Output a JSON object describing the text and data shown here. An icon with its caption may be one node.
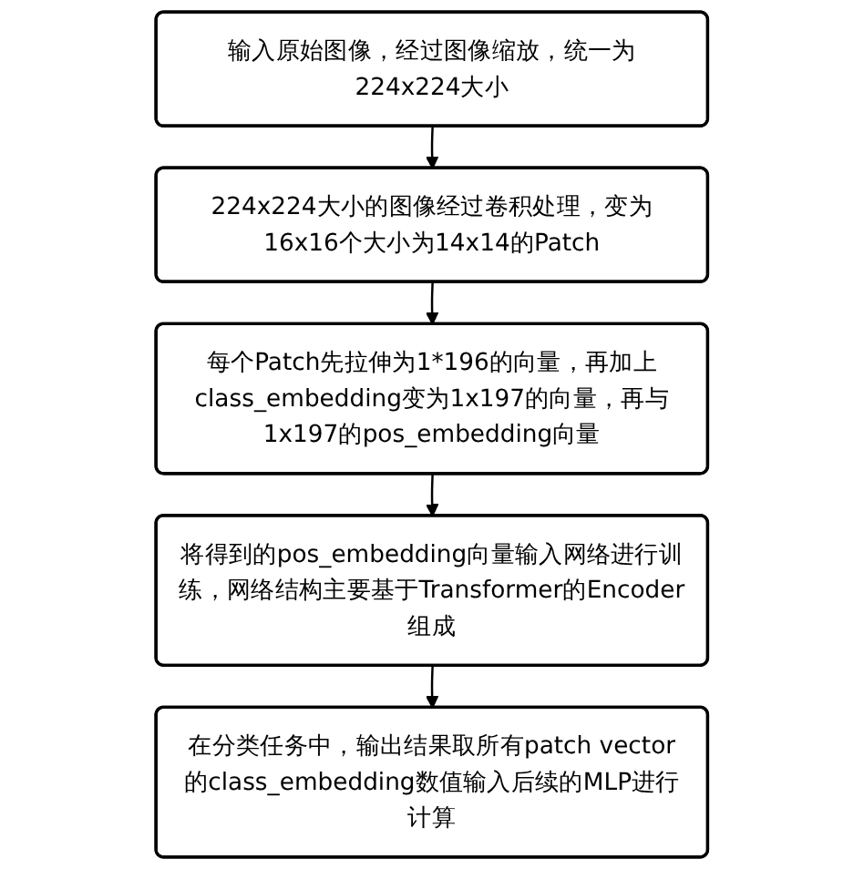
{
  "diagram": {
    "nodes": [
      {
        "text": [
          "输入原始图像，经过图像缩放，统一为224x224大小"
        ]
      },
      {
        "text": [
          "224x224大小的图像经过卷积处理，变为16x16个大小为14x14的Patch"
        ]
      },
      {
        "text": [
          "每个Patch先拉伸为1*196的向量，再加上class_embedding变为1x197的向量，再与1x197的pos_embedding向量"
        ]
      },
      {
        "text": [
          "将得到的pos_embedding向量输入网络进行训练，网络结构主要基于Transformer的Encoder组成"
        ]
      },
      {
        "text": [
          "在分类任务中，输出结果取所有patch vector的class_embedding数值输入后续的MLP进行计算"
        ]
      }
    ],
    "edges": [
      {
        "from": 0,
        "to": 1,
        "arrow": "to"
      },
      {
        "from": 1,
        "to": 2,
        "arrow": "to"
      },
      {
        "from": 2,
        "to": 3,
        "arrow": "to"
      },
      {
        "from": 3,
        "to": 4,
        "arrow": "to"
      }
    ]
  }
}
